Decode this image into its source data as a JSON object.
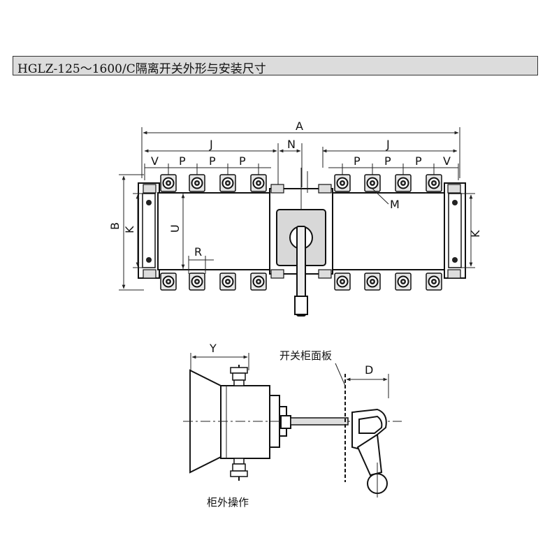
{
  "title": "HGLZ-125～1600/C隔离开关外形与安装尺寸",
  "top_view": {
    "dimension_labels": {
      "A": "A",
      "J_left": "J",
      "N": "N",
      "J_right": "J",
      "V_left": "V",
      "P": "P",
      "V_right": "V",
      "M": "M",
      "B": "B",
      "K_left": "K",
      "U": "U",
      "R": "R",
      "K_right": "K"
    }
  },
  "side_view": {
    "dimension_labels": {
      "Y": "Y",
      "D": "D"
    },
    "panel_label": "开关柜面板",
    "caption": "柜外操作"
  }
}
